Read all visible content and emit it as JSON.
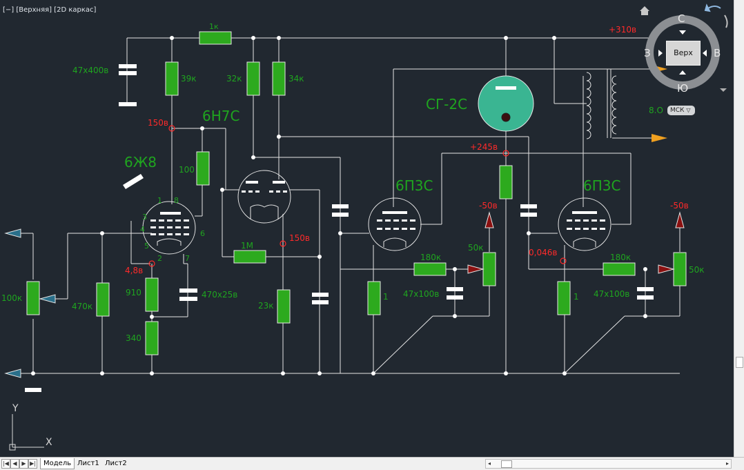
{
  "viewport": {
    "title": "[−] [Верхняя] [2D каркас]"
  },
  "viewcube": {
    "north": "С",
    "south": "Ю",
    "west": "З",
    "east": "В",
    "face": "Верх",
    "ucs_menu": "МСК",
    "ucs_prefix": "8.О"
  },
  "schematic": {
    "tubes": {
      "t1": "6Ж8",
      "t2": "6Н7С",
      "t3": "6П3С",
      "t4": "6П3С",
      "indicator": "СГ-2С"
    },
    "pins": {
      "p1": "1",
      "p8": "8",
      "p3": "3",
      "p4": "4",
      "p6": "6",
      "p5": "5",
      "p2": "2",
      "p7": "7"
    },
    "components": {
      "r_1k": "1к",
      "c_47x400": "47х400в",
      "r_39k": "39к",
      "r_32k": "32к",
      "r_34k": "34к",
      "r_100": "100",
      "r_100k": "100к",
      "r_470k": "470к",
      "r_910": "910",
      "c_470x25": "470х25в",
      "r_340": "340",
      "r_1m": "1М",
      "r_23k": "23к",
      "r_1a": "1",
      "r_180a": "180к",
      "c_47x100a": "47х100в",
      "r_50ka": "50к",
      "r_1b": "1",
      "r_180b": "180к",
      "c_47x100b": "47х100в",
      "r_50kb": "50к"
    },
    "voltages": {
      "v310": "+310в",
      "v150a": "150в",
      "v245": "+245в",
      "v150b": "150в",
      "v48": "4,8в",
      "vn50a": "-50в",
      "vn50b": "-50в",
      "v0046": "0,046в"
    }
  },
  "ucs_axis": {
    "x": "X",
    "y": "Y"
  },
  "layout_tabs": {
    "items": [
      "Модель",
      "Лист1",
      "Лист2"
    ],
    "active": "Модель"
  },
  "colors": {
    "background": "#212830",
    "wire": "#e6e6e6",
    "component": "#2daa1e",
    "label_green": "#1fa51f",
    "label_red": "#ff2a2a",
    "indicator_fill": "#3ab592",
    "arrow_blue": "#2a6f8a",
    "arrow_orange": "#f0a020",
    "arrow_red": "#8a1010"
  }
}
